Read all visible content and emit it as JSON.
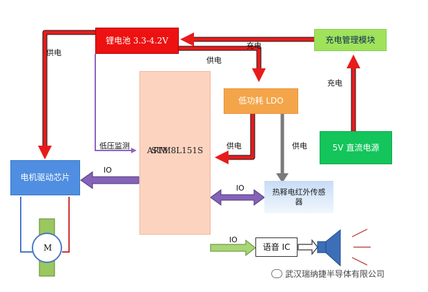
{
  "battery": {
    "label": "锂电池 3.3-4.2V",
    "color": "#ee1111"
  },
  "charge_module": {
    "label": "充电管理模块",
    "color": "#9ee35a"
  },
  "ldo": {
    "label": "低功耗 LDO",
    "color": "#f4a54a"
  },
  "usb_source": {
    "label": "5V 直流电源",
    "color": "#13c55a"
  },
  "mcu": {
    "label_a": "ARM",
    "label_b": "STM8L151S",
    "color": "#fcd3bf"
  },
  "motor_driver": {
    "label": "电机驱动芯片",
    "color": "#4f8ee0"
  },
  "pir_sensor": {
    "label_top": "热释电红外传感",
    "label_bottom": "器",
    "color": "#dcebfa"
  },
  "voice_ic": {
    "label": "语音 IC"
  },
  "motor": {
    "label": "M"
  },
  "labels": {
    "power_left": "供电",
    "power_mid": "供电",
    "charge_top": "充电",
    "charge_right": "充电",
    "low_voltage": "低压监测",
    "power_ldo_mcu": "供电",
    "power_ldo_pir": "供电",
    "io_motor": "IO",
    "io_pir": "IO",
    "io_voice": "IO"
  },
  "watermark": {
    "text": "武汉瑞纳捷半导体有限公司"
  }
}
